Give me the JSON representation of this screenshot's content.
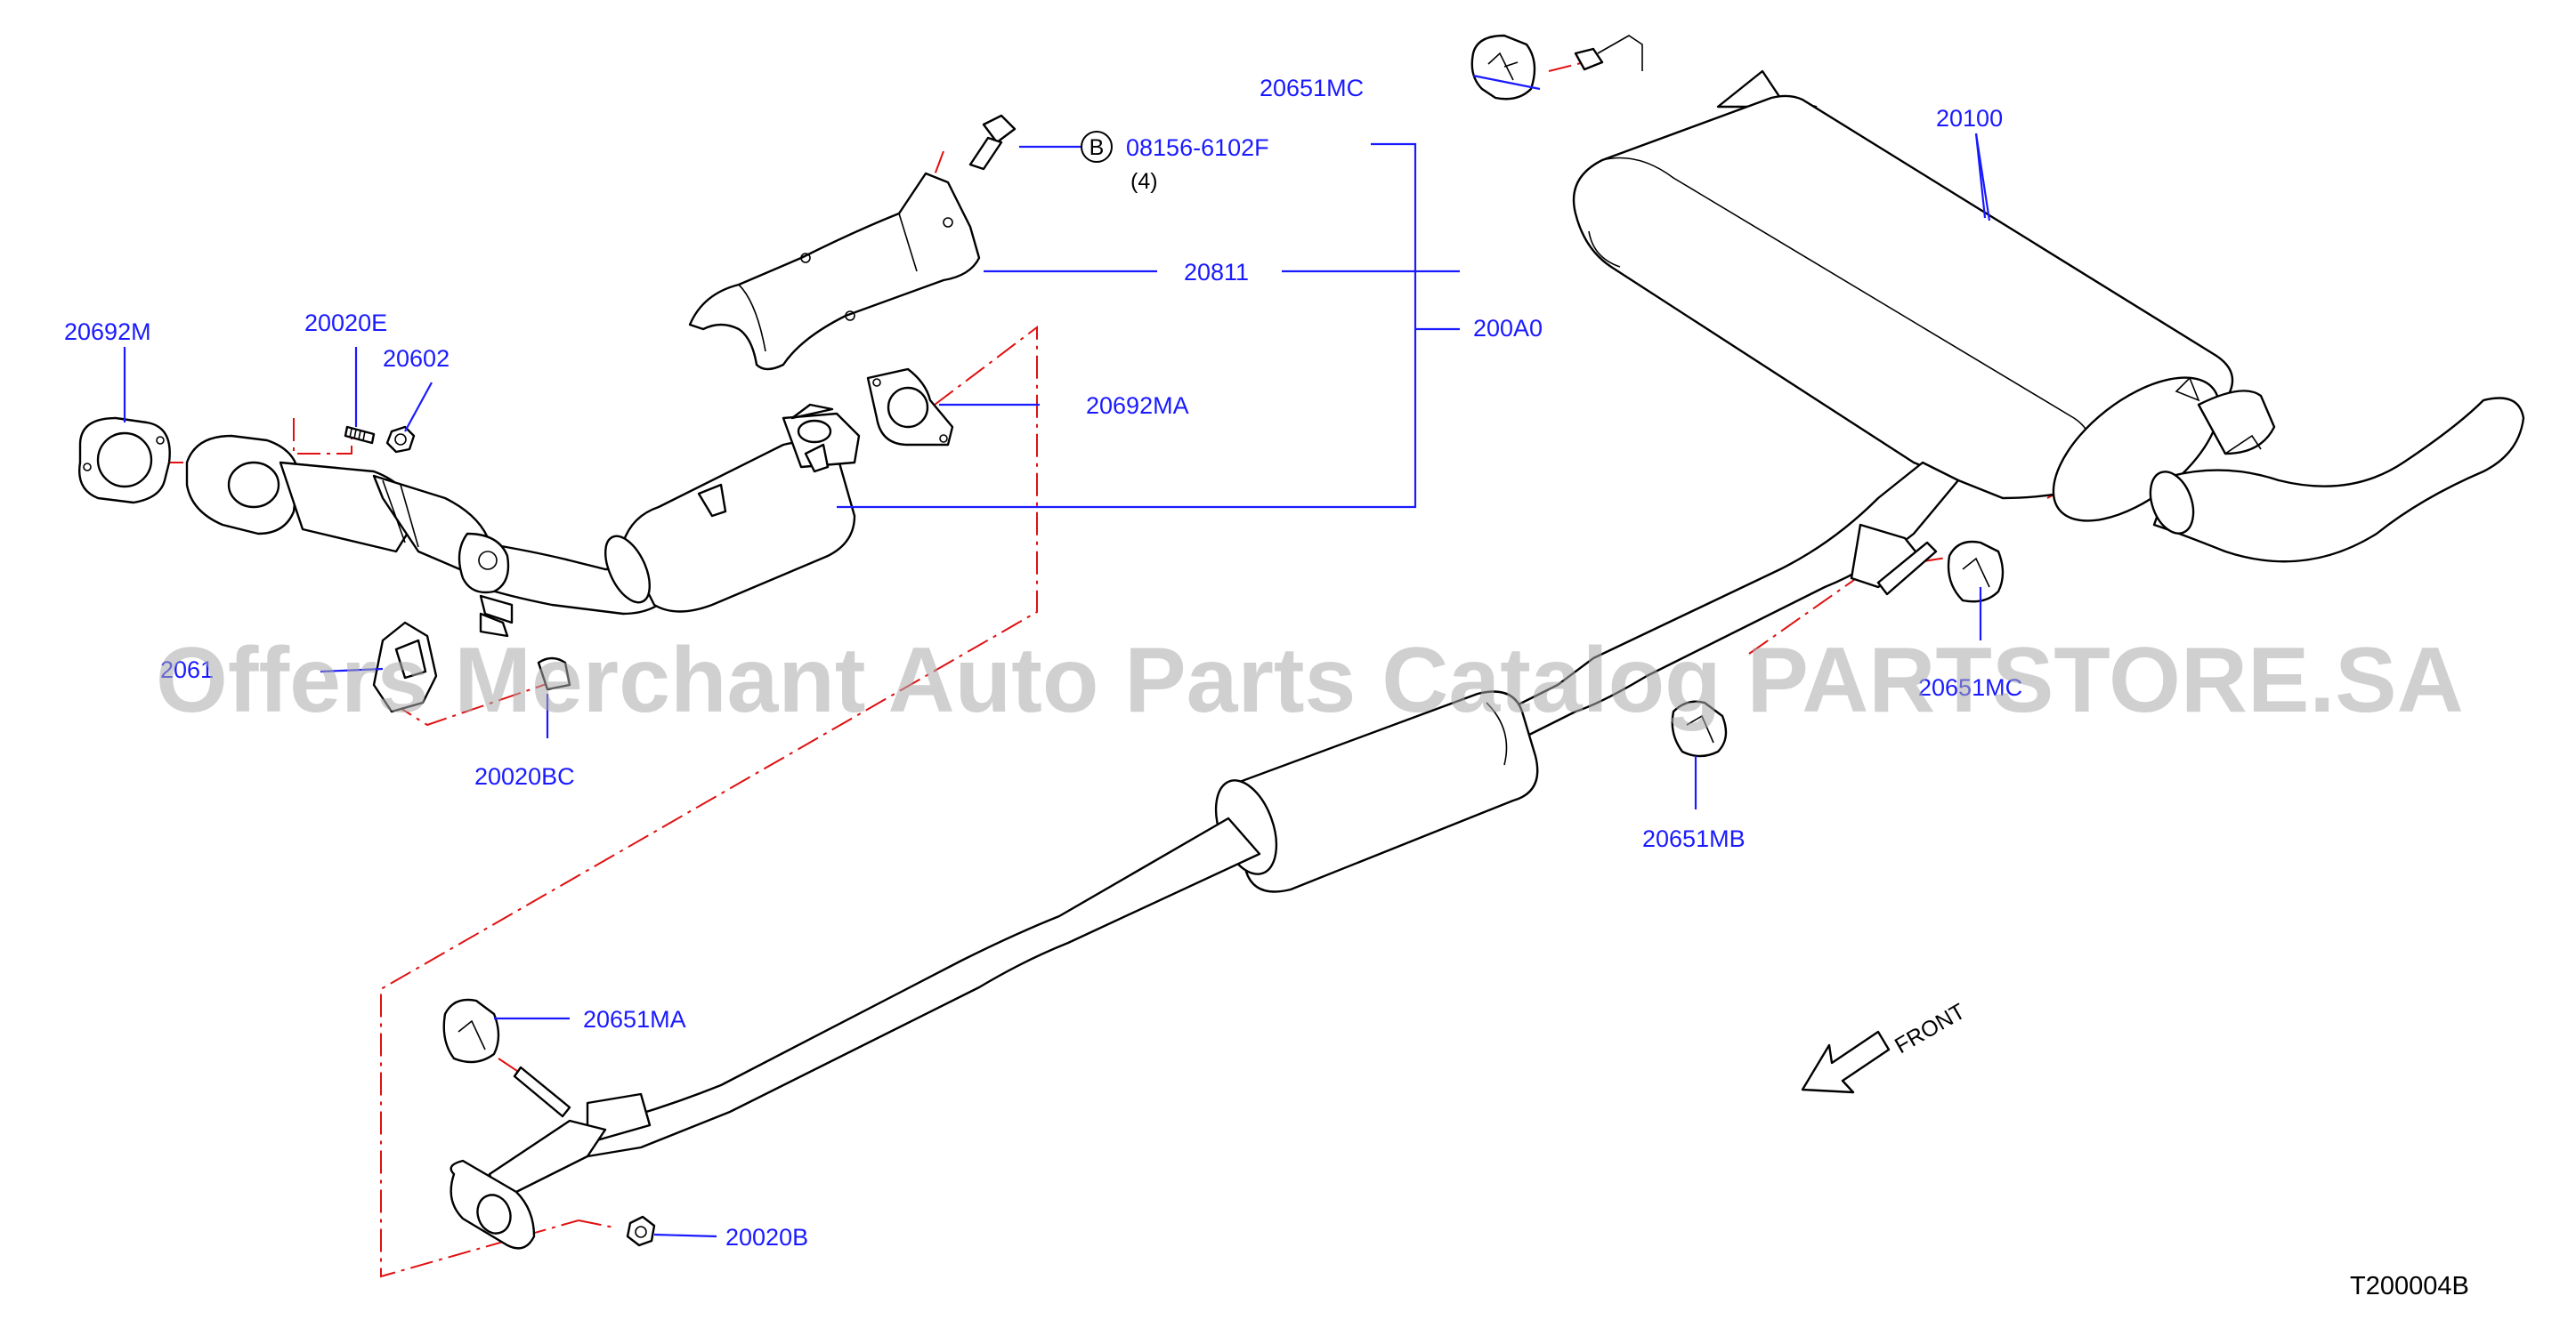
{
  "callouts": {
    "p20651MC_top": "20651MC",
    "p08156": "08156-6102F",
    "b_symbol": "B",
    "qty_4": "(4)",
    "p20100": "20100",
    "p20811": "20811",
    "p200A0": "200A0",
    "p20692M": "20692M",
    "p20020E": "20020E",
    "p20602": "20602",
    "p20692MA": "20692MA",
    "p20651MC_right": "20651MC",
    "p20651MB": "20651MB",
    "p20020BC": "20020BC",
    "p20651MA": "20651MA",
    "p20020B": "20020B",
    "p_partial_left": "2061"
  },
  "front_label": "FRONT",
  "diagram_code": "T200004B",
  "watermark": "Offers Merchant Auto Parts Catalog PARTSTORE.SA",
  "colors": {
    "callout": "#1a1aff",
    "guide": "#e01010",
    "outline": "#000000",
    "watermark": "#aaaaaa"
  }
}
